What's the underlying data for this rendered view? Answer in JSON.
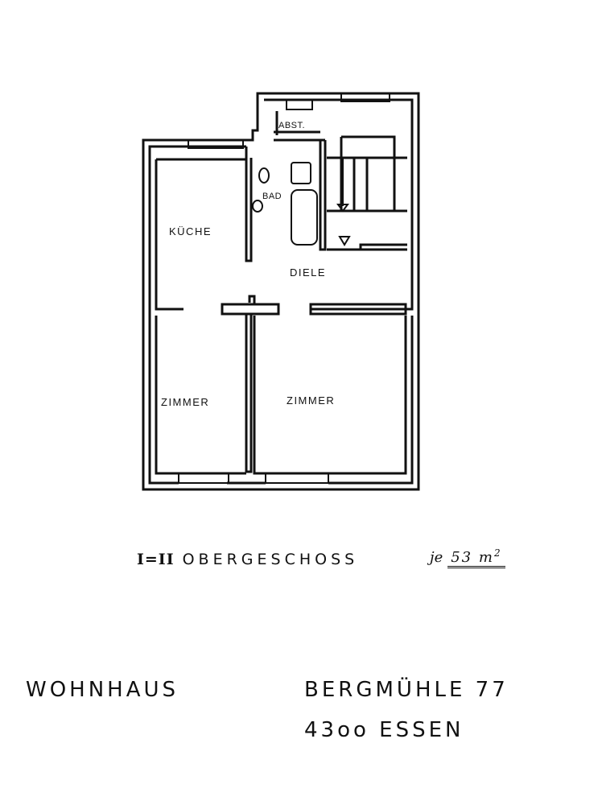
{
  "plan": {
    "rooms": {
      "abst": "ABST.",
      "bad": "BAD",
      "kueche": "KÜCHE",
      "diele": "DIELE",
      "zimmer_left": "ZIMMER",
      "zimmer_right": "ZIMMER"
    }
  },
  "caption": {
    "floor_roman": "I=II",
    "floor_name": "OBERGESCHOSS",
    "area_prefix": "je",
    "area_value": "53 m",
    "area_exp": "2"
  },
  "address": {
    "building": "WOHNHAUS",
    "street": "BERGMÜHLE 77",
    "city": "43oo ESSEN"
  }
}
